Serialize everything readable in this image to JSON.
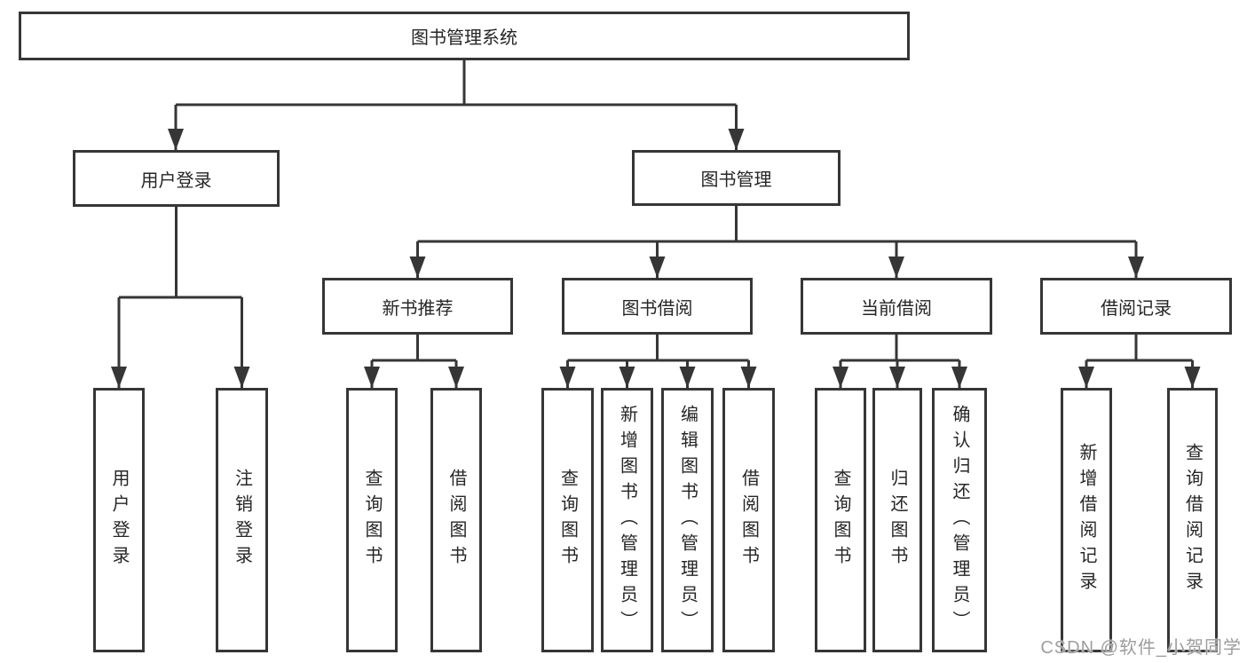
{
  "tree": {
    "root": {
      "label": "图书管理系统"
    },
    "children": [
      {
        "label": "用户登录",
        "children": [
          {
            "label": "用户登录"
          },
          {
            "label": "注销登录"
          }
        ]
      },
      {
        "label": "图书管理",
        "children": [
          {
            "label": "新书推荐",
            "children": [
              {
                "label": "查询图书"
              },
              {
                "label": "借阅图书"
              }
            ]
          },
          {
            "label": "图书借阅",
            "children": [
              {
                "label": "查询图书"
              },
              {
                "label": "新增图书（管理员）"
              },
              {
                "label": "编辑图书（管理员）"
              },
              {
                "label": "借阅图书"
              }
            ]
          },
          {
            "label": "当前借阅",
            "children": [
              {
                "label": "查询图书"
              },
              {
                "label": "归还图书"
              },
              {
                "label": "确认归还（管理员）"
              }
            ]
          },
          {
            "label": "借阅记录",
            "children": [
              {
                "label": "新增借阅记录"
              },
              {
                "label": "查询借阅记录"
              }
            ]
          }
        ]
      }
    ]
  },
  "watermark": {
    "text": "CSDN @软件_小贺同学"
  },
  "colors": {
    "line": "#363636",
    "text": "#262626",
    "background": "#ffffff",
    "watermark": "#9d9d9d"
  }
}
